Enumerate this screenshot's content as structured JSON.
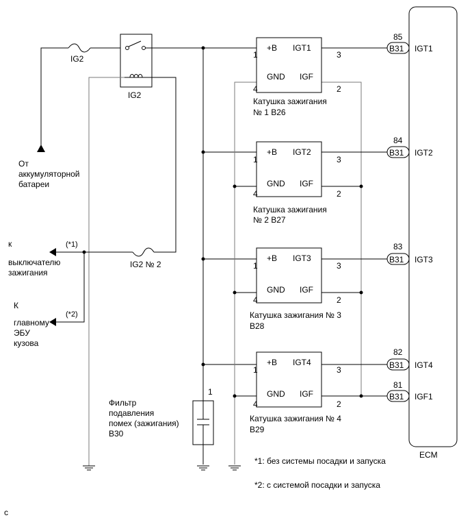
{
  "fuses": {
    "ig2_fuse": "IG2",
    "ig2_no2_fuse": "IG2 № 2"
  },
  "relay": {
    "label": "IG2"
  },
  "battery": {
    "lines": [
      "От",
      "аккумуляторной",
      "батареи"
    ]
  },
  "outputs": {
    "ignition_switch": {
      "marker": "(*1)",
      "lines": [
        "к",
        "выключателю",
        "зажигания"
      ]
    },
    "body_ecu": {
      "marker": "(*2)",
      "lines": [
        "К",
        "главному",
        "ЭБУ",
        "кузова"
      ]
    }
  },
  "coils": [
    {
      "pin_b": "+B",
      "pin_igt": "IGT1",
      "pin_gnd": "GND",
      "pin_igf": "IGF",
      "n1": "1",
      "n3": "3",
      "n4": "4",
      "n2": "2",
      "caption": [
        "Катушка зажигания",
        "№ 1 B26"
      ]
    },
    {
      "pin_b": "+B",
      "pin_igt": "IGT2",
      "pin_gnd": "GND",
      "pin_igf": "IGF",
      "n1": "1",
      "n3": "3",
      "n4": "4",
      "n2": "2",
      "caption": [
        "Катушка зажигания",
        "№ 2 B27"
      ]
    },
    {
      "pin_b": "+B",
      "pin_igt": "IGT3",
      "pin_gnd": "GND",
      "pin_igf": "IGF",
      "n1": "1",
      "n3": "3",
      "n4": "4",
      "n2": "2",
      "caption": [
        "Катушка зажигания № 3",
        "B28"
      ]
    },
    {
      "pin_b": "+B",
      "pin_igt": "IGT4",
      "pin_gnd": "GND",
      "pin_igf": "IGF",
      "n1": "1",
      "n3": "3",
      "n4": "4",
      "n2": "2",
      "caption": [
        "Катушка зажигания № 4",
        "B29"
      ]
    }
  ],
  "ecm": {
    "label": "ECM",
    "pins": [
      {
        "number": "85",
        "connector": "B31",
        "signal": "IGT1"
      },
      {
        "number": "84",
        "connector": "B31",
        "signal": "IGT2"
      },
      {
        "number": "83",
        "connector": "B31",
        "signal": "IGT3"
      },
      {
        "number": "82",
        "connector": "B31",
        "signal": "IGT4"
      },
      {
        "number": "81",
        "connector": "B31",
        "signal": "IGF1"
      }
    ]
  },
  "filter": {
    "pin": "1",
    "lines": [
      "Фильтр",
      "подавления",
      "помех (зажигания)",
      "B30"
    ]
  },
  "notes": {
    "note1": "*1: без системы посадки и запуска",
    "note2": "*2: с системой посадки и запуска"
  },
  "corner_mark": "c"
}
